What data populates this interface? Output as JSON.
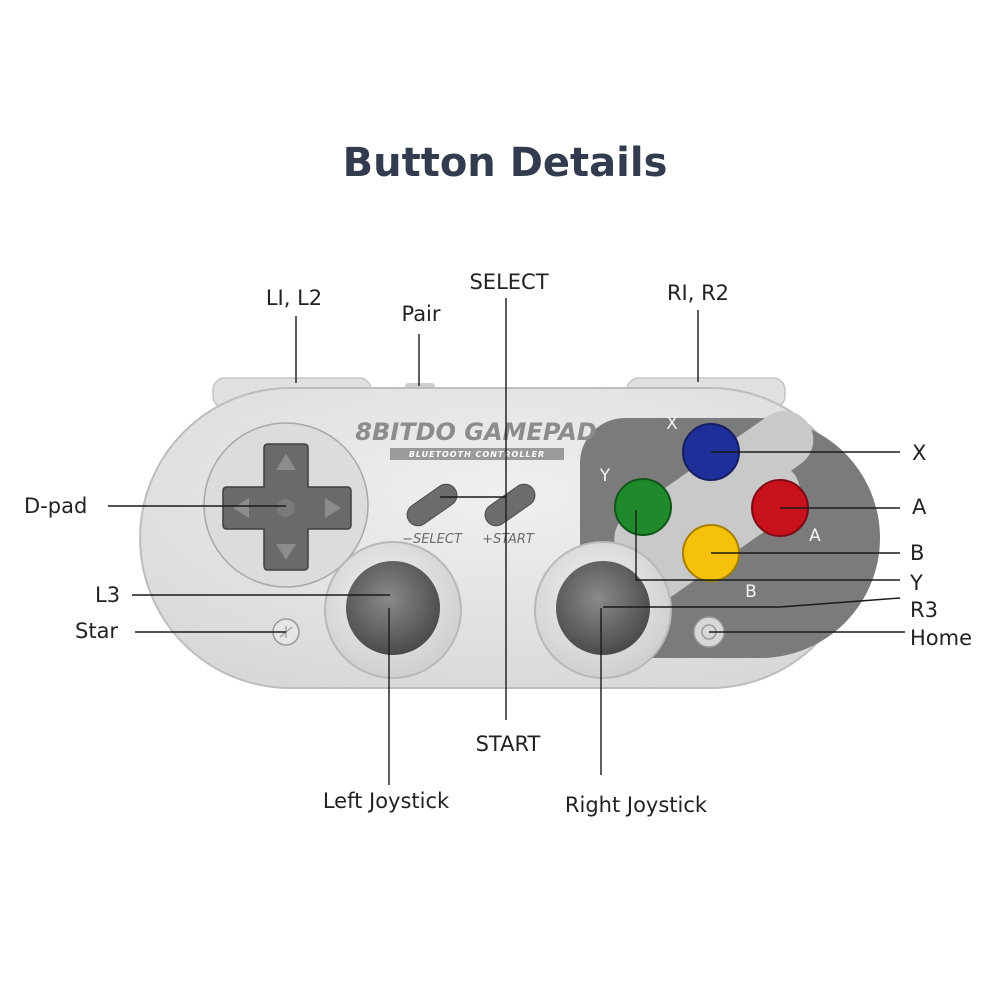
{
  "title": "Button  Details",
  "brand": {
    "name": "8BITDO GAMEPAD",
    "subtitle": "BLUETOOTH CONTROLLER"
  },
  "controller": {
    "select_caption": "−SELECT",
    "start_caption": "+START",
    "face_letters": {
      "x": "X",
      "y": "Y",
      "a": "A",
      "b": "B"
    },
    "colors": {
      "body": "#e4e4e4",
      "dark_panel": "#7b7b7b",
      "button_x": "#1e2f9a",
      "button_a": "#c8121b",
      "button_b": "#f4c20d",
      "button_y": "#1f8a2c"
    }
  },
  "labels": {
    "l1_l2": "LI, L2",
    "pair": "Pair",
    "select": "SELECT",
    "r1_r2": "RI, R2",
    "dpad": "D-pad",
    "l3": "L3",
    "star": "Star",
    "x": "X",
    "a": "A",
    "b": "B",
    "y": "Y",
    "r3": "R3",
    "home": "Home",
    "start": "START",
    "left_joystick": "Left Joystick",
    "right_joystick": "Right Joystick"
  }
}
